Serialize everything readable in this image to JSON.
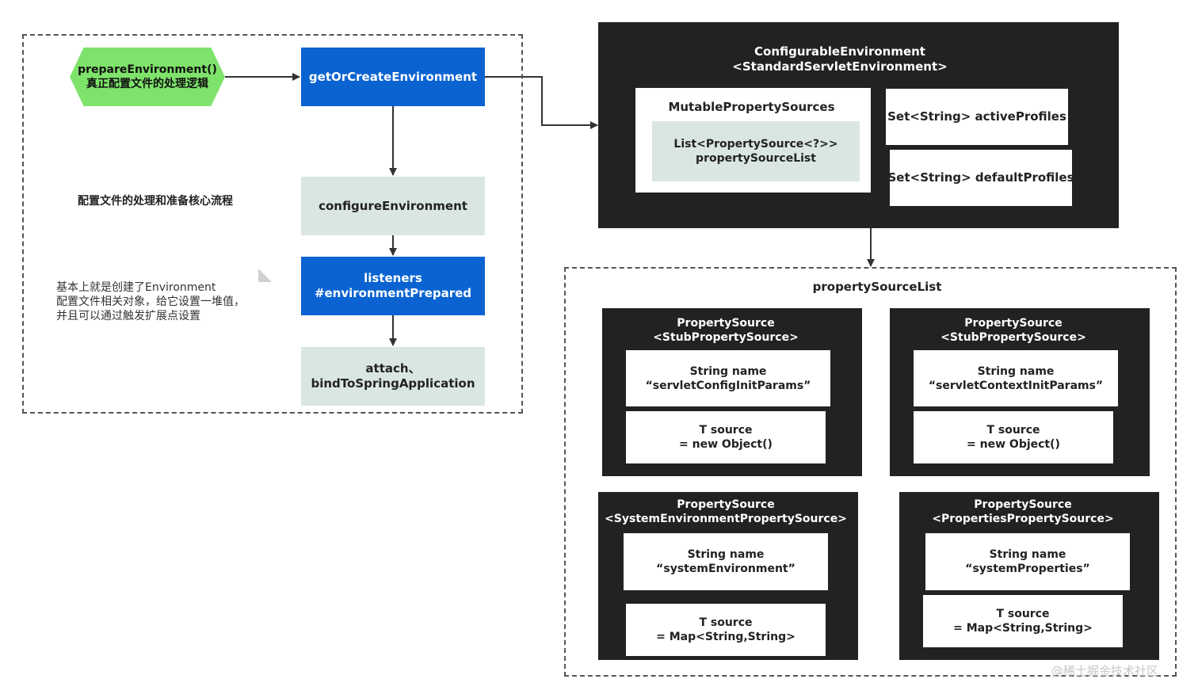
{
  "left_panel": {
    "prepare_box": {
      "line1": "prepareEnvironment()",
      "line2": "真正配置文件的处理逻辑"
    },
    "get_or_create": "getOrCreateEnvironment",
    "configure": "configureEnvironment",
    "listeners": {
      "line1": "listeners",
      "line2": "#environmentPrepared"
    },
    "attach": {
      "line1": "attach、",
      "line2": "bindToSpringApplication"
    },
    "core_flow_label": "配置文件的处理和准备核心流程",
    "note": {
      "line1": "基本上就是创建了Environment",
      "line2": "配置文件相关对象，给它设置一堆值，",
      "line3": "并且可以通过触发扩展点设置"
    }
  },
  "environment_box": {
    "title_line1": "ConfigurableEnvironment",
    "title_line2": "<StandardServletEnvironment>",
    "mutable_sources": {
      "title": "MutablePropertySources",
      "list_line1": "List<PropertySource<?>>",
      "list_line2": "propertySourceList"
    },
    "active_profiles": "Set<String> activeProfiles",
    "default_profiles": "Set<String> defaultProfiles"
  },
  "property_source_list": {
    "title": "propertySourceList",
    "sources": [
      {
        "title_line1": "PropertySource",
        "title_line2": "<StubPropertySource>",
        "name_line1": "String name",
        "name_line2": "“servletConfigInitParams”",
        "source_line1": "T source",
        "source_line2": "= new Object()"
      },
      {
        "title_line1": "PropertySource",
        "title_line2": "<StubPropertySource>",
        "name_line1": "String name",
        "name_line2": "“servletContextInitParams”",
        "source_line1": "T source",
        "source_line2": "= new Object()"
      },
      {
        "title_line1": "PropertySource",
        "title_line2": "<SystemEnvironmentPropertySource>",
        "name_line1": "String name",
        "name_line2": "“systemEnvironment”",
        "source_line1": "T source",
        "source_line2": "= Map<String,String>"
      },
      {
        "title_line1": "PropertySource",
        "title_line2": "<PropertiesPropertySource>",
        "name_line1": "String name",
        "name_line2": "“systemProperties”",
        "source_line1": "T source",
        "source_line2": "= Map<String,String>"
      }
    ]
  },
  "watermark": "@稀土掘金技术社区",
  "colors": {
    "blue": "#0a63d1",
    "green": "#7ee36a",
    "grey": "#d9e6e4",
    "black": "#222222"
  }
}
